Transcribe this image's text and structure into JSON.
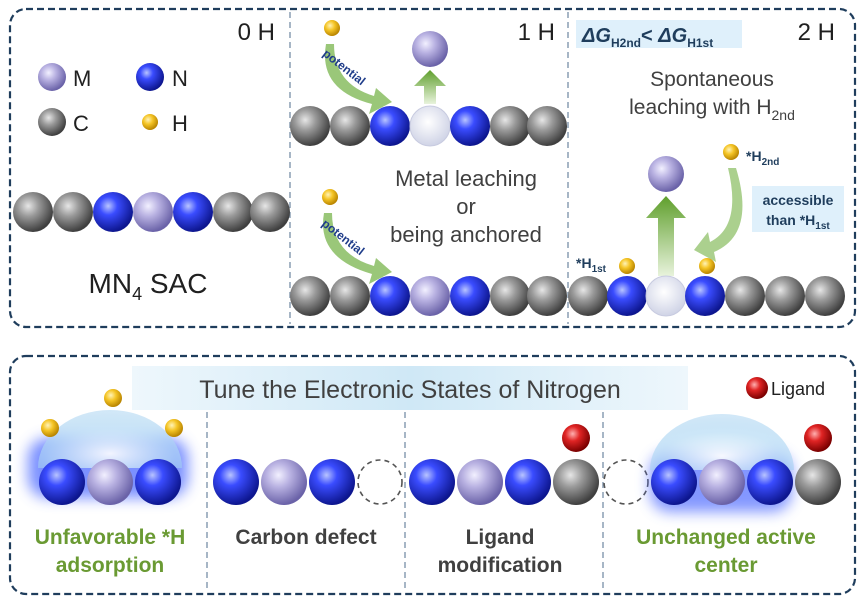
{
  "top_panel": {
    "stage_0": {
      "header": "0 H",
      "legend": [
        {
          "symbol": "M",
          "atom": "metal"
        },
        {
          "symbol": "N",
          "atom": "nitrogen"
        },
        {
          "symbol": "C",
          "atom": "carbon"
        },
        {
          "symbol": "H",
          "atom": "hydrogen"
        }
      ],
      "caption_main": "MN",
      "caption_sub": "4",
      "caption_tail": " SAC"
    },
    "stage_1": {
      "header": "1 H",
      "arrow_label": "potential",
      "middle_text": [
        "Metal leaching",
        "or",
        "being anchored"
      ]
    },
    "stage_2": {
      "header": "2 H",
      "condition": {
        "lhs_base": "ΔG",
        "lhs_sub": "H2nd",
        "operator": "< ",
        "rhs_base": "ΔG",
        "rhs_sub": "H1st"
      },
      "text_line1": "Spontaneous",
      "text_line2_main": "leaching with H",
      "text_line2_sub": "2nd",
      "h2nd_label_main": "*H",
      "h2nd_label_sub": "2nd",
      "h1st_label_main": "*H",
      "h1st_label_sub": "1st",
      "callout_line1": "accessible",
      "callout_line2_main": "than *H",
      "callout_line2_sub": "1st"
    }
  },
  "bottom_panel": {
    "title": "Tune the Electronic States of Nitrogen",
    "legend_label": "Ligand",
    "strategies": [
      {
        "lines": [
          "Unfavorable *H",
          "adsorption"
        ],
        "color": "#6a9a33"
      },
      {
        "lines": [
          "Carbon defect"
        ],
        "color": "#404040"
      },
      {
        "lines": [
          "Ligand",
          "modification"
        ],
        "color": "#404040"
      },
      {
        "lines": [
          "Unchanged active",
          "center"
        ],
        "color": "#6a9a33"
      }
    ]
  },
  "colors": {
    "border": "#1f3d5c",
    "divider": "#8a9db3",
    "metal": "#b7b1de",
    "nitrogen": "#1f2fe6",
    "carbon": "#8f8f8f",
    "hydrogen": "#f6c623",
    "ligand": "#dc2222",
    "arrow_green": "#7cb342",
    "title_bg": "#e2f1fa",
    "condition_bg": "#dff0fb",
    "callout_bg": "#dff0fb",
    "dark_text": "#404040"
  },
  "icons": [
    "potential-arrow-icon",
    "leaching-arrow-icon",
    "dome-shield-icon"
  ]
}
